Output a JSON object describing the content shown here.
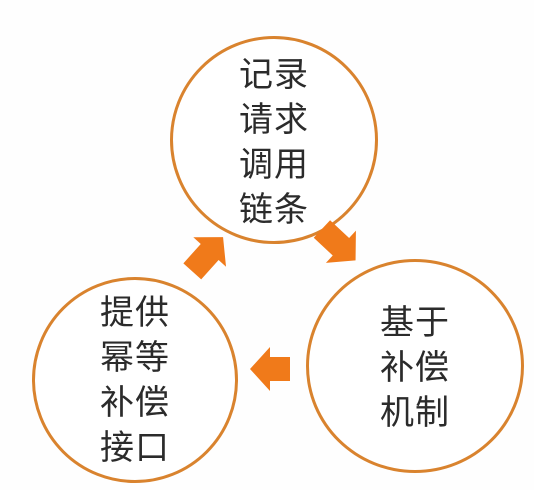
{
  "colors": {
    "accent_orange": "#f07a1a",
    "circle_border": "#d9832e",
    "text": "#2b2b2b",
    "background": "#fefefe"
  },
  "diagram": {
    "type": "cycle",
    "nodes": [
      {
        "id": "top",
        "lines": [
          "记录",
          "请求",
          "调用",
          "链条"
        ]
      },
      {
        "id": "right",
        "lines": [
          "基于",
          "补偿",
          "机制"
        ]
      },
      {
        "id": "left",
        "lines": [
          "提供",
          "幂等",
          "补偿",
          "接口"
        ]
      }
    ],
    "edges": [
      {
        "from": "top",
        "to": "right"
      },
      {
        "from": "right",
        "to": "left"
      },
      {
        "from": "left",
        "to": "top"
      }
    ]
  }
}
